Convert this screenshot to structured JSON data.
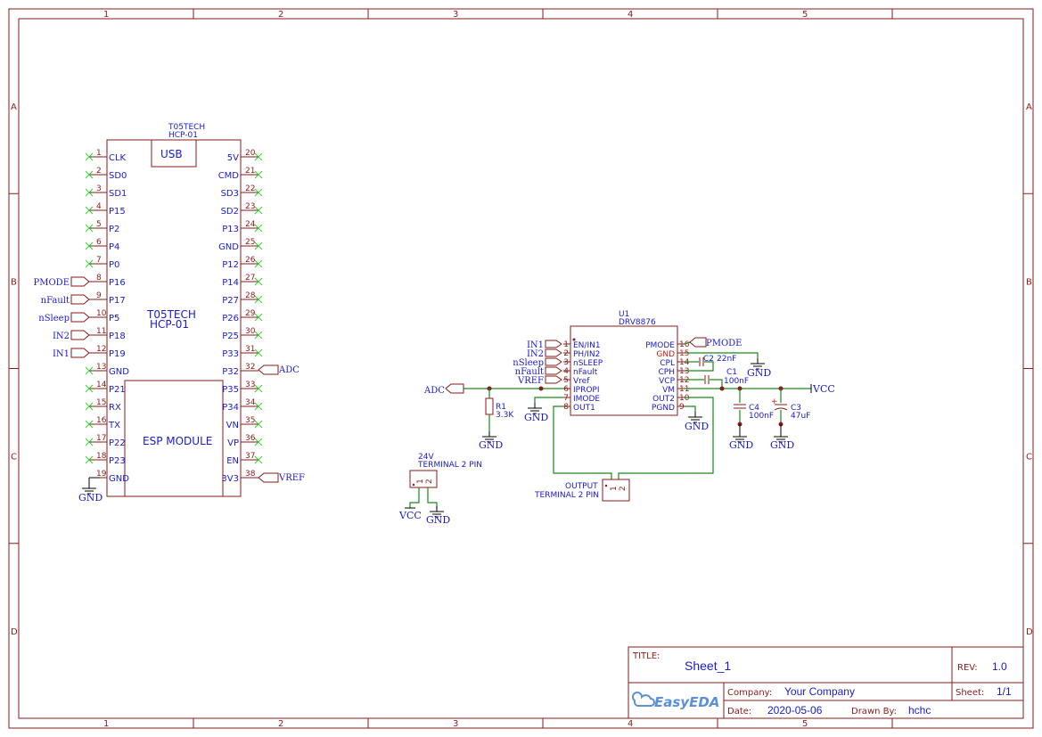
{
  "sheet": {
    "columns": [
      "1",
      "2",
      "3",
      "4",
      "5"
    ],
    "rows": [
      "A",
      "B",
      "C",
      "D"
    ]
  },
  "u2": {
    "manufacturer": "T05TECH",
    "part": "HCP-01",
    "center_line1": "T05TECH",
    "center_line2": "HCP-01",
    "usb_label": "USB",
    "esp_label": "ESP MODULE",
    "left_pins": [
      {
        "num": "1",
        "name": "CLK"
      },
      {
        "num": "2",
        "name": "SD0"
      },
      {
        "num": "3",
        "name": "SD1"
      },
      {
        "num": "4",
        "name": "P15"
      },
      {
        "num": "5",
        "name": "P2"
      },
      {
        "num": "6",
        "name": "P4"
      },
      {
        "num": "7",
        "name": "P0"
      },
      {
        "num": "8",
        "name": "P16"
      },
      {
        "num": "9",
        "name": "P17"
      },
      {
        "num": "10",
        "name": "P5"
      },
      {
        "num": "11",
        "name": "P18"
      },
      {
        "num": "12",
        "name": "P19"
      },
      {
        "num": "13",
        "name": "GND"
      },
      {
        "num": "14",
        "name": "P21"
      },
      {
        "num": "15",
        "name": "RX"
      },
      {
        "num": "16",
        "name": "TX"
      },
      {
        "num": "17",
        "name": "P22"
      },
      {
        "num": "18",
        "name": "P23"
      },
      {
        "num": "19",
        "name": "GND"
      }
    ],
    "right_pins": [
      {
        "num": "20",
        "name": "5V"
      },
      {
        "num": "21",
        "name": "CMD"
      },
      {
        "num": "22",
        "name": "SD3"
      },
      {
        "num": "23",
        "name": "SD2"
      },
      {
        "num": "24",
        "name": "P13"
      },
      {
        "num": "25",
        "name": "GND"
      },
      {
        "num": "26",
        "name": "P12"
      },
      {
        "num": "27",
        "name": "P14"
      },
      {
        "num": "28",
        "name": "P27"
      },
      {
        "num": "29",
        "name": "P26"
      },
      {
        "num": "30",
        "name": "P25"
      },
      {
        "num": "31",
        "name": "P33"
      },
      {
        "num": "32",
        "name": "P32"
      },
      {
        "num": "33",
        "name": "P35"
      },
      {
        "num": "34",
        "name": "P34"
      },
      {
        "num": "35",
        "name": "VN"
      },
      {
        "num": "36",
        "name": "VP"
      },
      {
        "num": "37",
        "name": "EN"
      },
      {
        "num": "38",
        "name": "3V3"
      }
    ],
    "net_ports_left": [
      "PMODE",
      "nFault",
      "nSleep",
      "IN2",
      "IN1"
    ],
    "net_ports_right": [
      "ADC",
      "VREF"
    ],
    "gnd_label": "GND"
  },
  "u1": {
    "designator": "U1",
    "part": "DRV8876",
    "left_pins": [
      {
        "num": "1",
        "name": "EN/IN1",
        "net": "IN1"
      },
      {
        "num": "2",
        "name": "PH/IN2",
        "net": "IN2"
      },
      {
        "num": "3",
        "name": "nSLEEP",
        "net": "nSleep"
      },
      {
        "num": "4",
        "name": "nFault",
        "net": "nFault"
      },
      {
        "num": "5",
        "name": "Vref",
        "net": "VREF"
      },
      {
        "num": "6",
        "name": "IPROPI",
        "net": ""
      },
      {
        "num": "7",
        "name": "IMODE",
        "net": ""
      },
      {
        "num": "8",
        "name": "OUT1",
        "net": ""
      }
    ],
    "right_pins": [
      {
        "num": "16",
        "name": "PMODE"
      },
      {
        "num": "15",
        "name": "GND"
      },
      {
        "num": "14",
        "name": "CPL"
      },
      {
        "num": "13",
        "name": "CPH"
      },
      {
        "num": "12",
        "name": "VCP"
      },
      {
        "num": "11",
        "name": "VM"
      },
      {
        "num": "10",
        "name": "OUT2"
      },
      {
        "num": "9",
        "name": "PGND"
      }
    ],
    "pmode_net": "PMODE",
    "adc_net": "ADC",
    "vcc_net": "VCC"
  },
  "passives": {
    "c2": {
      "ref": "C2",
      "value": "22nF"
    },
    "c1": {
      "ref": "C1",
      "value": "100nF"
    },
    "c4": {
      "ref": "C4",
      "value": "100nF"
    },
    "c3": {
      "ref": "C3",
      "value": "47uF"
    },
    "r1": {
      "ref": "R1",
      "value": "3.3K"
    }
  },
  "connectors": {
    "power": {
      "line1": "24V",
      "line2": "TERMINAL 2 PIN",
      "pins": [
        "1",
        "2"
      ],
      "vcc": "VCC",
      "gnd": "GND"
    },
    "output": {
      "line1": "OUTPUT",
      "line2": "TERMINAL 2 PIN",
      "pins": [
        "1",
        "2"
      ]
    }
  },
  "gnd": "GND",
  "title_block": {
    "title_label": "TITLE:",
    "title": "Sheet_1",
    "rev_label": "REV:",
    "rev": "1.0",
    "company_label": "Company:",
    "company": "Your Company",
    "sheet_label": "Sheet:",
    "sheet": "1/1",
    "date_label": "Date:",
    "date": "2020-05-06",
    "drawn_label": "Drawn By:",
    "drawn_by": "hchc",
    "logo_text": "EasyEDA"
  }
}
